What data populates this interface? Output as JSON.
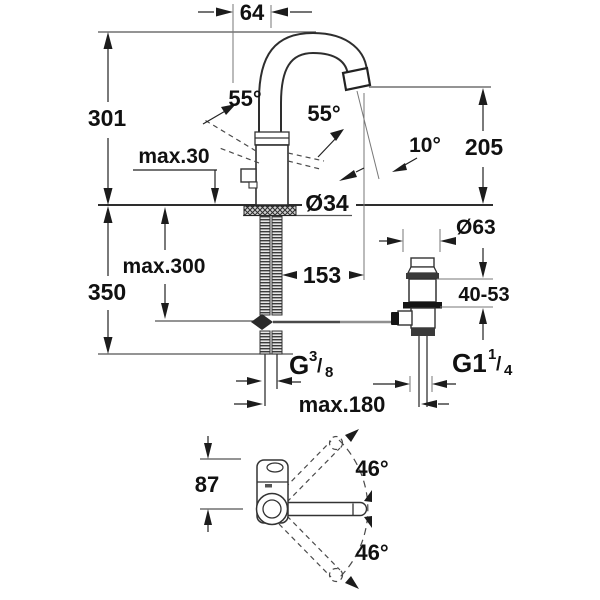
{
  "meta": {
    "description": "Monochrome technical dimension drawing of a single-lever basin mixer faucet with pop-up waste, front view and top view",
    "background_color": "#ffffff",
    "line_color": "#333333",
    "text_color": "#111111"
  },
  "front_view": {
    "dim_spout_offset": "64",
    "dim_height_above_deck": "301",
    "dim_max_deck_thickness": "max.30",
    "dim_handle_angle_left": "55°",
    "dim_handle_angle_right": "55°",
    "dim_outlet_angle": "10°",
    "dim_outlet_height": "205",
    "dim_body_diameter": "Ø34",
    "dim_spout_reach": "153",
    "dim_waste_flange_diameter": "Ø63",
    "dim_waste_deck_range": "40-53",
    "dim_hose_depth": "max.300",
    "dim_below_deck_total": "350",
    "dim_rod_reach": "max.180",
    "supply_thread": {
      "base": "G",
      "sup": "3",
      "slash": "/",
      "sub": "8"
    },
    "waste_thread": {
      "base": "G1",
      "sup": "1",
      "slash": "/",
      "sub": "4"
    }
  },
  "top_view": {
    "dim_base_width": "87",
    "dim_swivel_up": "46°",
    "dim_swivel_down": "46°"
  }
}
